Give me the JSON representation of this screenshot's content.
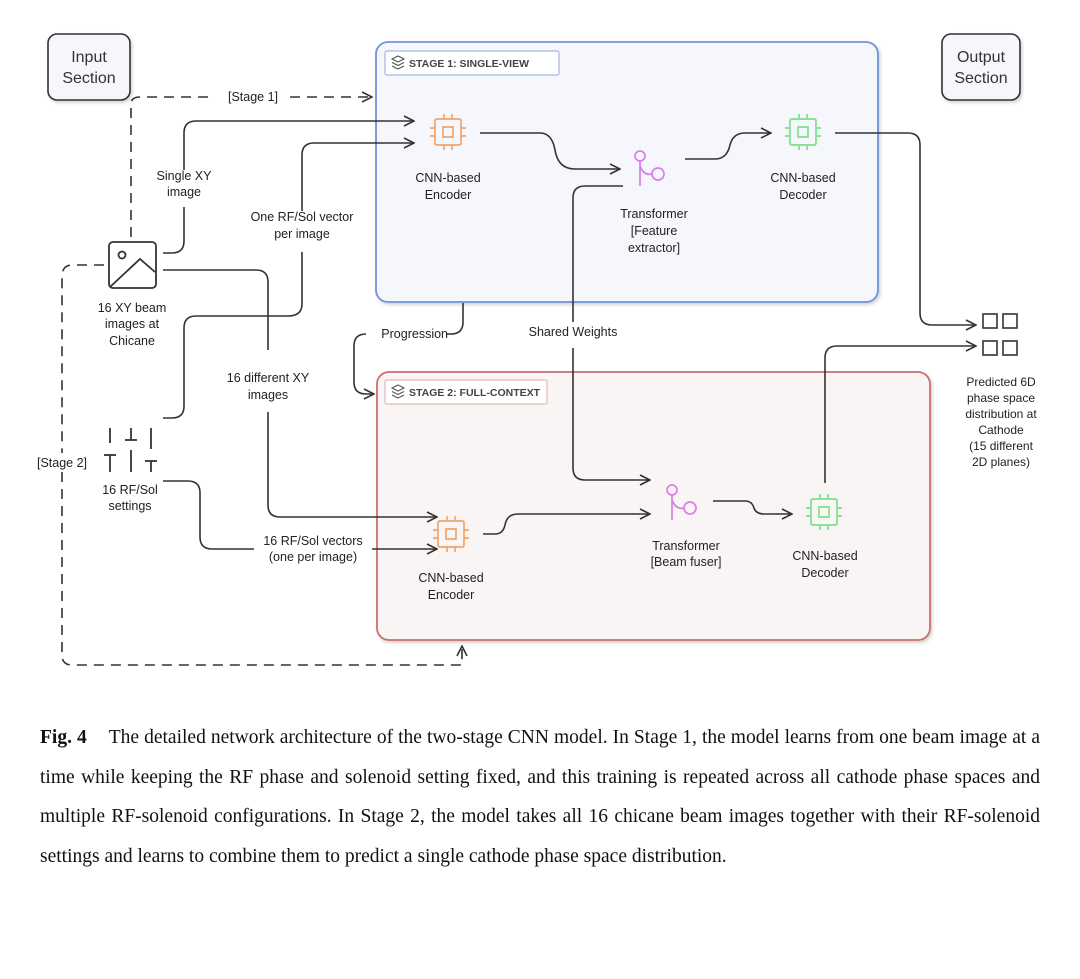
{
  "sections": {
    "input": "Input\nSection",
    "output": "Output\nSection"
  },
  "stage1": {
    "title": "STAGE 1: SINGLE-VIEW",
    "encoder": [
      "CNN-based",
      "Encoder"
    ],
    "transformer": [
      "Transformer",
      "[Feature",
      "extractor]"
    ],
    "decoder": [
      "CNN-based",
      "Decoder"
    ],
    "colors": {
      "border": "#6f93d8",
      "fill": "#f6f7fc"
    }
  },
  "stage2": {
    "title": "STAGE 2: FULL-CONTEXT",
    "encoder": [
      "CNN-based",
      "Encoder"
    ],
    "transformer": [
      "Transformer",
      "[Beam fuser]"
    ],
    "decoder": [
      "CNN-based",
      "Decoder"
    ],
    "colors": {
      "border": "#c9706b",
      "fill": "#f9f5f4"
    }
  },
  "inputs": {
    "images": [
      "16 XY beam",
      "images at",
      "Chicane"
    ],
    "settings": [
      "16 RF/Sol",
      "settings"
    ]
  },
  "output": {
    "label": [
      "Predicted 6D",
      "phase space",
      "distribution at",
      "Cathode",
      "(15 different",
      "2D planes)"
    ]
  },
  "edge_labels": {
    "stage1_path": "[Stage 1]",
    "stage2_path": "[Stage 2]",
    "single_image": [
      "Single XY",
      "image"
    ],
    "one_vector": [
      "One RF/Sol vector",
      "per image"
    ],
    "sixteen_images": [
      "16 different XY",
      "images"
    ],
    "sixteen_vectors": [
      "16 RF/Sol vectors",
      "(one per image)"
    ],
    "progression": "Progression",
    "shared_weights": "Shared Weights"
  },
  "icon_colors": {
    "encoder": "#f0a56b",
    "decoder": "#7fe08a",
    "transformer": "#d97ee8"
  },
  "caption": {
    "label": "Fig. 4",
    "text": "The detailed network architecture of the two-stage CNN model. In Stage 1, the model learns from one beam image at a time while keeping the RF phase and solenoid setting fixed, and this training is repeated across all cathode phase spaces and multiple RF-solenoid configurations. In Stage 2, the model takes all 16 chicane beam images together with their RF-solenoid settings and learns to combine them to predict a single cathode phase space distribution."
  }
}
